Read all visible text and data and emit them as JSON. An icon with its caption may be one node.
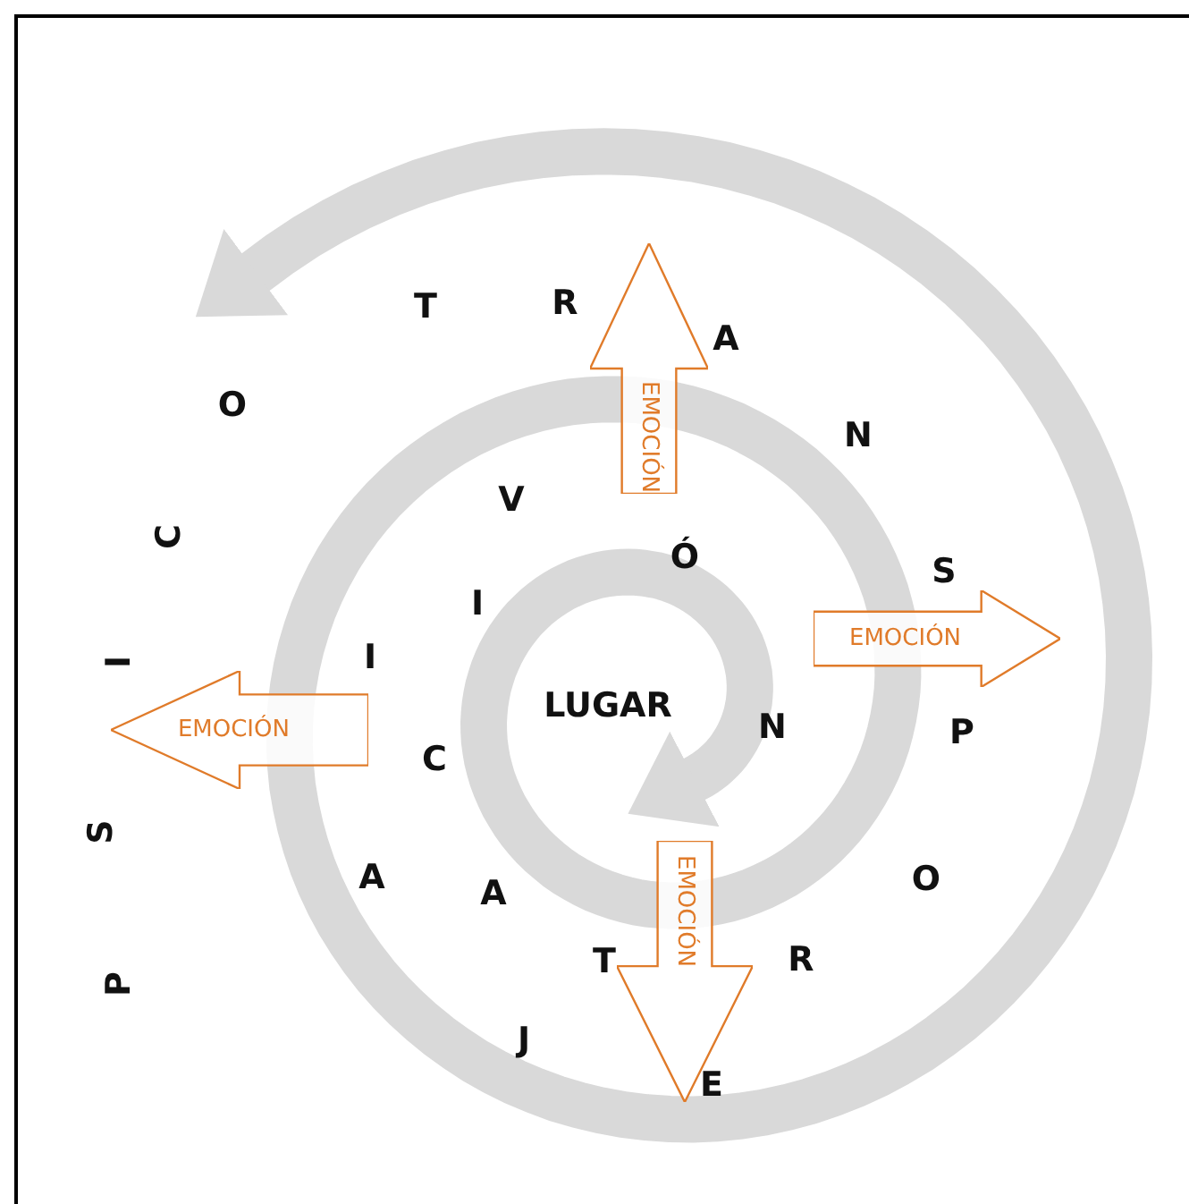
{
  "diagram": {
    "nodes": [
      {
        "text": [
          "EMOCIÓN"
        ]
      },
      {
        "text": [
          "EMOCIÓN"
        ]
      },
      {
        "text": [
          "EMOCIÓN"
        ]
      },
      {
        "text": [
          "EMOCIÓN"
        ]
      }
    ],
    "labels": [
      "T",
      "R",
      "A",
      "O",
      "N",
      "V",
      "C",
      "Ó",
      "S",
      "I",
      "I",
      "I",
      "LUGAR",
      "N",
      "P",
      "C",
      "S",
      "A",
      "A",
      "O",
      "T",
      "R",
      "P",
      "J",
      "E"
    ]
  }
}
